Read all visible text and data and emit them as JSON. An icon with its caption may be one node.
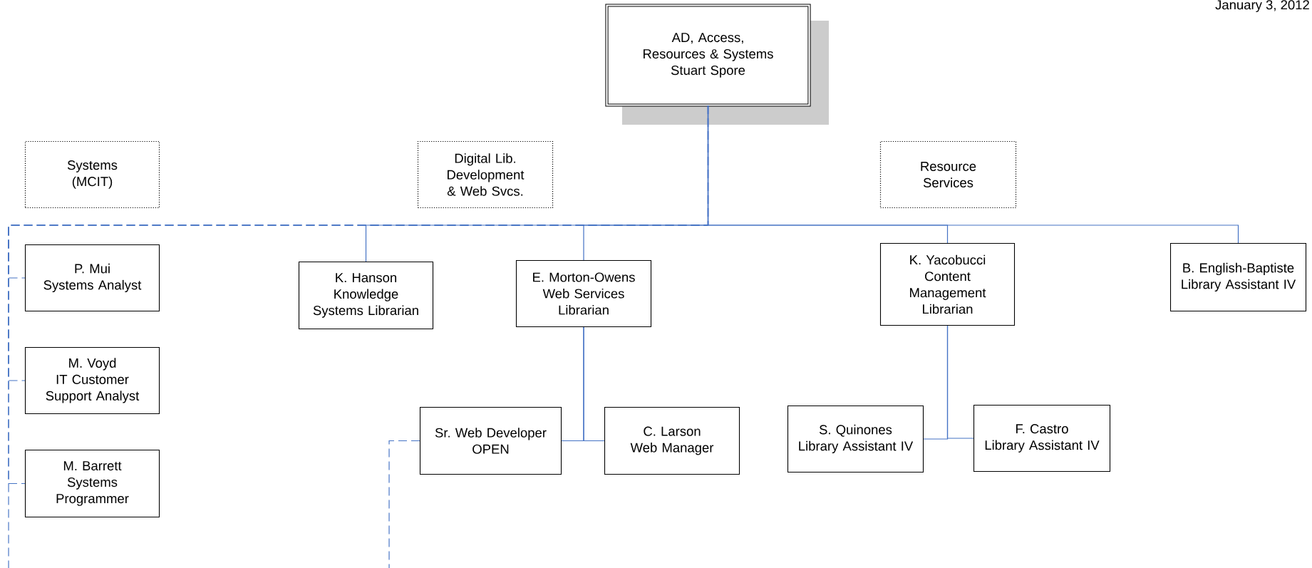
{
  "diagram": {
    "nodes": [
      {
        "text": [
          "AD, Access, Resources & Systems",
          "Stuart Spore"
        ]
      },
      {
        "text": [
          "Systems (MCIT)"
        ]
      },
      {
        "text": [
          "Digital Lib. Development & Web Svcs."
        ]
      },
      {
        "text": [
          "Resource Services"
        ]
      },
      {
        "text": [
          "P. Mui",
          "Systems Analyst"
        ]
      },
      {
        "text": [
          "M. Voyd",
          "IT Customer Support Analyst"
        ]
      },
      {
        "text": [
          "M. Barrett",
          "Systems Programmer"
        ]
      },
      {
        "text": [
          "K. Hanson",
          "Knowledge Systems Librarian"
        ]
      },
      {
        "text": [
          "E. Morton-Owens",
          "Web Services Librarian"
        ]
      },
      {
        "text": [
          "K. Yacobucci",
          "Content Management Librarian"
        ]
      },
      {
        "text": [
          "B. English-Baptiste",
          "Library Assistant IV"
        ]
      },
      {
        "text": [
          "Sr. Web Developer",
          "OPEN"
        ]
      },
      {
        "text": [
          "C. Larson",
          "Web Manager"
        ]
      },
      {
        "text": [
          "S. Quinones",
          "Library Assistant IV"
        ]
      },
      {
        "text": [
          "F. Castro",
          "Library Assistant IV"
        ]
      }
    ],
    "edges": [
      {
        "from": 0,
        "to": 4,
        "arrow": "none",
        "style": "dashed"
      },
      {
        "from": 0,
        "to": 5,
        "arrow": "none",
        "style": "dashed"
      },
      {
        "from": 0,
        "to": 6,
        "arrow": "none",
        "style": "dashed"
      },
      {
        "from": 0,
        "to": null,
        "arrow": "none",
        "style": "dashed"
      },
      {
        "from": 0,
        "to": 7,
        "arrow": "none"
      },
      {
        "from": 0,
        "to": 8,
        "arrow": "none"
      },
      {
        "from": 0,
        "to": 9,
        "arrow": "none"
      },
      {
        "from": 0,
        "to": 10,
        "arrow": "none"
      },
      {
        "from": 8,
        "to": 11,
        "arrow": "none"
      },
      {
        "from": 8,
        "to": 12,
        "arrow": "none"
      },
      {
        "from": 11,
        "to": null,
        "arrow": "none",
        "style": "dashed"
      },
      {
        "from": 9,
        "to": 13,
        "arrow": "none"
      },
      {
        "from": 9,
        "to": 14,
        "arrow": "none"
      }
    ],
    "labels": [
      "January 3, 2012"
    ]
  }
}
